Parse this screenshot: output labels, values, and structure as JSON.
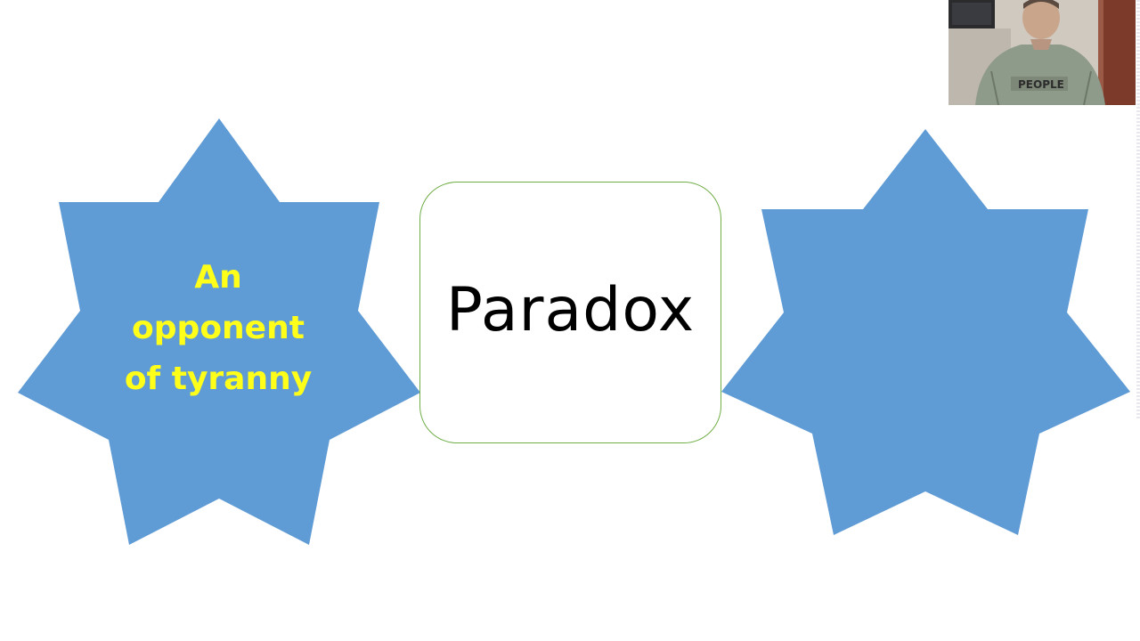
{
  "slide": {
    "center_label": "Paradox",
    "left_star_text": [
      "An",
      "opponent",
      "of tyranny"
    ],
    "right_star_text": []
  },
  "webcam": {
    "shirt_print": "PEOPLE"
  },
  "colors": {
    "star_fill": "#5f9bd5",
    "star_text": "#ffff1a",
    "box_border": "#70ad47",
    "background": "#ffffff"
  }
}
